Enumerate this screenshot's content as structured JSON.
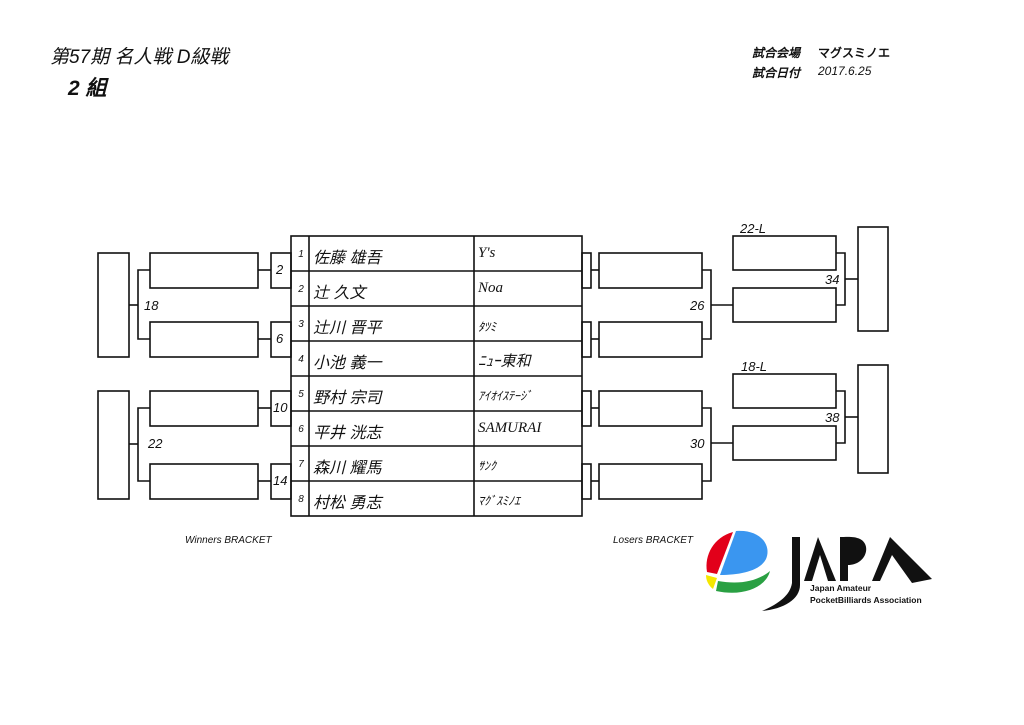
{
  "header": {
    "title": "第57期 名人戦 D級戦",
    "group": "2 組",
    "venue_label": "試合会場",
    "venue": "マグスミノエ",
    "date_label": "試合日付",
    "date": "2017.6.25"
  },
  "players": [
    {
      "seed": "1",
      "name": "佐藤 雄吾",
      "team": "Y's"
    },
    {
      "seed": "2",
      "name": "辻 久文",
      "team": "Noa"
    },
    {
      "seed": "3",
      "name": "辻川 晋平",
      "team": "ﾀﾂﾐ"
    },
    {
      "seed": "4",
      "name": "小池 義一",
      "team": "ﾆｭｰ東和"
    },
    {
      "seed": "5",
      "name": "野村 宗司",
      "team": "ｱｲｵｲｽﾃｰｼﾞ"
    },
    {
      "seed": "6",
      "name": "平井 洸志",
      "team": "SAMURAI"
    },
    {
      "seed": "7",
      "name": "森川 耀馬",
      "team": "ｻﾝｸ"
    },
    {
      "seed": "8",
      "name": "村松 勇志",
      "team": "ﾏｸﾞｽﾐﾉｴ"
    }
  ],
  "winners": {
    "label": "Winners BRACKET",
    "matches": [
      "2",
      "6",
      "10",
      "14",
      "18",
      "22"
    ]
  },
  "losers": {
    "label": "Losers BRACKET",
    "matches": [
      "26",
      "30",
      "34",
      "38"
    ],
    "drop_labels": [
      "22-L",
      "18-L"
    ]
  },
  "logo": {
    "text": "JAPA",
    "line1": "Japan Amateur",
    "line2": "PocketBilliards Association",
    "colors": {
      "red": "#e2001a",
      "blue": "#3a96f0",
      "yellow": "#f5e700",
      "green": "#2aa043"
    }
  }
}
